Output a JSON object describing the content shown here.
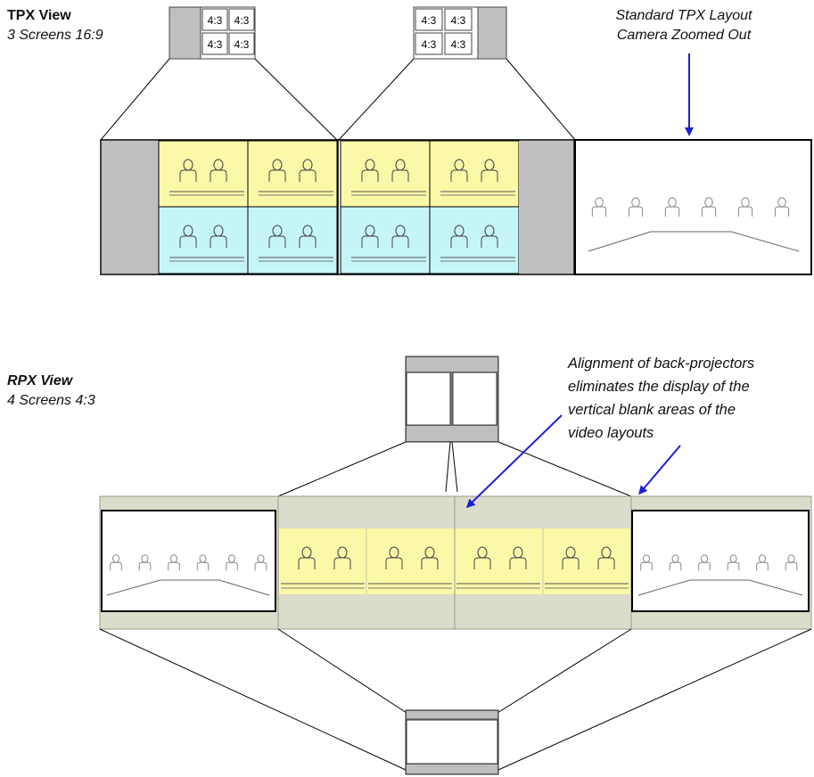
{
  "tpx": {
    "title": "TPX View",
    "subtitle": "3 Screens 16:9",
    "cell_label": "4:3",
    "note_line1": "Standard TPX Layout",
    "note_line2": "Camera Zoomed Out"
  },
  "rpx": {
    "title": "RPX View",
    "subtitle": "4 Screens 4:3",
    "note_lines": [
      "Alignment of back-projectors",
      "eliminates the display of the",
      "vertical blank areas of the",
      "video layouts"
    ]
  },
  "colors": {
    "yellow": "#fbf8a8",
    "cyan": "#c6f5f7",
    "gray_panel": "#bfbfbf",
    "rpx_bg": "#dcdccc",
    "arrow": "#1f1fd6"
  }
}
